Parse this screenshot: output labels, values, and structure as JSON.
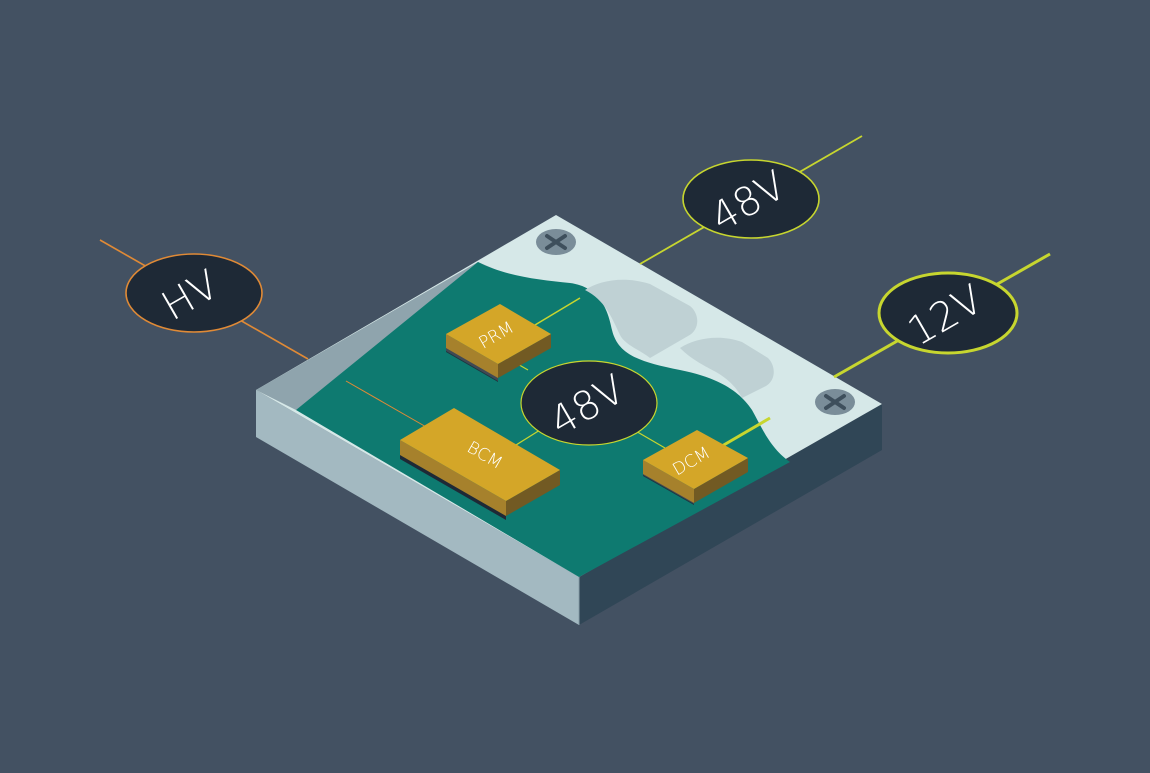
{
  "diagram": {
    "type": "isometric power module illustration",
    "colors": {
      "background": "#435162",
      "circle_fill": "#1e2936",
      "hv_accent": "#e08a36",
      "low_voltage_accent": "#c7d62f",
      "pcb": "#0e7a70",
      "chip_top": "#d4a628",
      "chip_side_left": "#a6812c",
      "chip_side_right": "#725a23",
      "lid": "#d6e8e8",
      "lid_recess": "#bfd1d4",
      "wall_inner": "#8fa4ad",
      "side_left": "#a3b9c1",
      "side_right": "#304656",
      "screw": "#7a8d99"
    },
    "external_nodes": [
      {
        "id": "hv",
        "label": "HV",
        "accent": "#e08a36"
      },
      {
        "id": "out48",
        "label": "48V",
        "accent": "#c7d62f"
      },
      {
        "id": "out12",
        "label": "12V",
        "accent": "#c7d62f"
      }
    ],
    "internal_bus": {
      "label": "48V"
    },
    "components": [
      {
        "id": "prm",
        "label": "PRM"
      },
      {
        "id": "bcm",
        "label": "BCM"
      },
      {
        "id": "dcm",
        "label": "DCM"
      }
    ],
    "screws": [
      {
        "id": "screw-top"
      },
      {
        "id": "screw-right"
      }
    ],
    "connections": [
      {
        "from": "HV",
        "to": "BCM"
      },
      {
        "from": "BCM",
        "to": "48V bus"
      },
      {
        "from": "48V bus",
        "to": "PRM"
      },
      {
        "from": "PRM",
        "to": "48V output"
      },
      {
        "from": "48V bus",
        "to": "DCM"
      },
      {
        "from": "DCM",
        "to": "12V output"
      }
    ]
  }
}
